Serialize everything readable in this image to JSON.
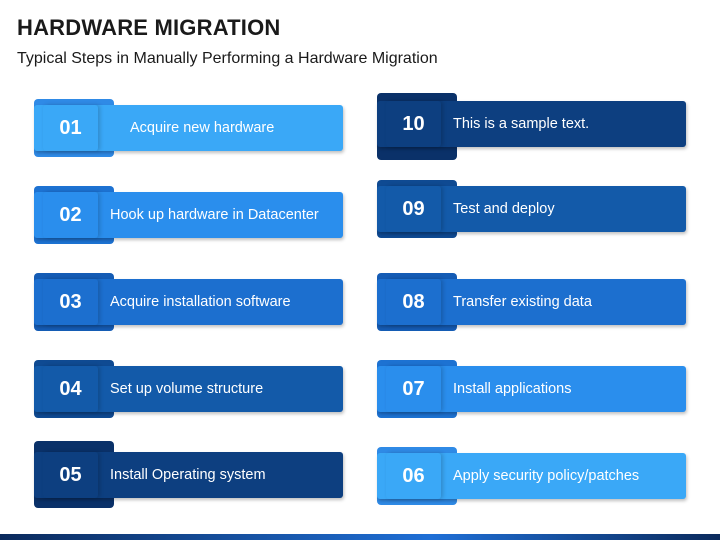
{
  "header": {
    "title": "HARDWARE MIGRATION",
    "subtitle": "Typical Steps in Manually Performing a Hardware Migration"
  },
  "steps": [
    {
      "number": "01",
      "label": "Acquire new hardware",
      "color": "#3aa8f7",
      "tab_color": "#2f8ae6"
    },
    {
      "number": "02",
      "label": "Hook up hardware in Datacenter",
      "color": "#2a8eed",
      "tab_color": "#1d72d2"
    },
    {
      "number": "03",
      "label": "Acquire installation software",
      "color": "#1c6fcf",
      "tab_color": "#155cb5"
    },
    {
      "number": "04",
      "label": "Set up volume structure",
      "color": "#135aa9",
      "tab_color": "#0f4a92"
    },
    {
      "number": "05",
      "label": "Install Operating system",
      "color": "#0d3f80",
      "tab_color": "#0a3169"
    },
    {
      "number": "06",
      "label": "Apply security policy/patches",
      "color": "#3aa8f7",
      "tab_color": "#2f8ae6"
    },
    {
      "number": "07",
      "label": "Install applications",
      "color": "#2a8eed",
      "tab_color": "#1d72d2"
    },
    {
      "number": "08",
      "label": "Transfer existing data",
      "color": "#1c6fcf",
      "tab_color": "#155cb5"
    },
    {
      "number": "09",
      "label": "Test and deploy",
      "color": "#135aa9",
      "tab_color": "#0f4a92"
    },
    {
      "number": "10",
      "label": "This is a sample text.",
      "color": "#0d3f80",
      "tab_color": "#0a3169"
    }
  ]
}
